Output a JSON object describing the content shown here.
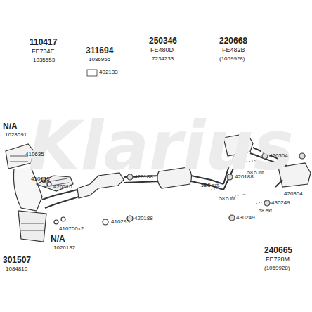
{
  "diagram": {
    "labels": [
      "Klarius",
      "110417",
      "FE734E",
      "1035553",
      "311694",
      "1086955",
      "402133",
      "250346",
      "FE480D",
      "7234233",
      "220668",
      "FE482B",
      "(1059928)",
      "N/A",
      "1028091",
      "410635",
      "410635",
      "420210",
      "420188",
      "420188",
      "420304",
      "420304",
      "58.5 ext.",
      "58.5 int.",
      "58.5 int.",
      "420188",
      "430249",
      "430249",
      "58 ext.",
      "410293",
      "410700x2",
      "301507",
      "1084810",
      "N/A",
      "1026132",
      "240665",
      "FE728M",
      "(1059928)"
    ]
  }
}
